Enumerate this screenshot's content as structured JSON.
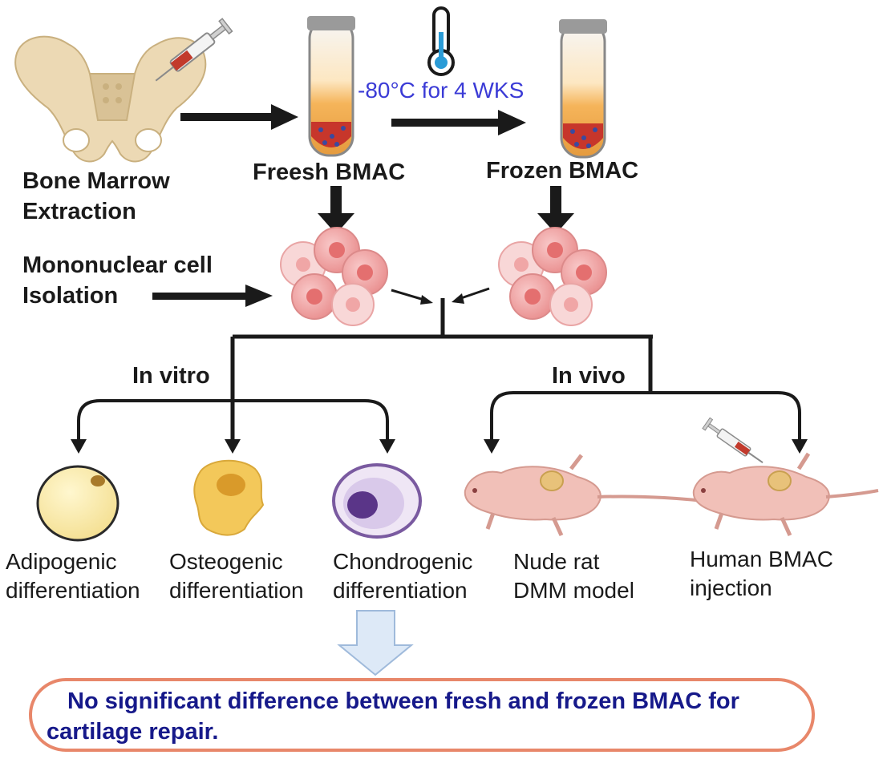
{
  "diagram": {
    "steps": {
      "bone_marrow_extraction": [
        "Bone Marrow",
        "Extraction"
      ],
      "fresh_bmac": "Freesh BMAC",
      "frozen_bmac": "Frozen BMAC",
      "freeze_condition": "-80°C for 4 WKS",
      "mononuclear_isolation": [
        "Mononuclear cell",
        "Isolation"
      ]
    },
    "branches": {
      "in_vitro": "In vitro",
      "in_vivo": "In vivo"
    },
    "outcomes": {
      "adipogenic": [
        "Adipogenic",
        "differentiation"
      ],
      "osteogenic": [
        "Osteogenic",
        "differentiation"
      ],
      "chondrogenic": [
        "Chondrogenic",
        "differentiation"
      ],
      "nude_rat": [
        "Nude rat",
        "DMM model"
      ],
      "human_bmac": [
        "Human BMAC",
        "injection"
      ]
    },
    "conclusion": "No significant difference between fresh and frozen BMAC for cartilage repair.",
    "colors": {
      "arrow": "#1a1a1a",
      "temperature_text": "#3b3bd6",
      "conclusion_text": "#16198a",
      "conclusion_border": "#e8876a",
      "hollow_arrow_fill": "#dde9f7",
      "hollow_arrow_stroke": "#9fbadb",
      "bone": "#ecd9b4",
      "cell_cluster": "#f2a6a6",
      "rat": "#f1c0b8"
    },
    "icons": [
      "pelvis-icon",
      "syringe-icon",
      "test-tube-icon",
      "thermometer-icon",
      "cell-cluster-icon",
      "adipocyte-icon",
      "osteocyte-icon",
      "chondrocyte-icon",
      "rat-icon"
    ]
  }
}
